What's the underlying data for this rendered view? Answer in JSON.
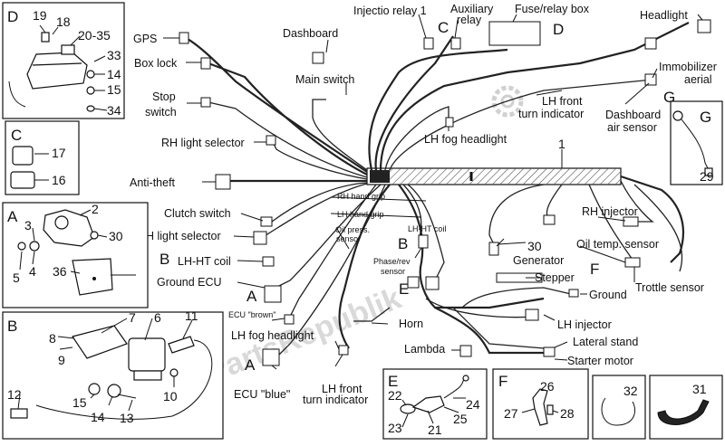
{
  "callouts": {
    "gps": "GPS",
    "dashboard": "Dashboard",
    "injection_relay": "Injectio relay 1",
    "auxiliary_relay": "Auxiliary relay",
    "fuse_relay_box": "Fuse/relay box",
    "headlight": "Headlight",
    "box_lock": "Box lock",
    "main_switch": "Main switch",
    "immobilizer_aerial": "Immobilizer aerial",
    "stop_switch": "Stop switch",
    "lh_front_turn_indicator_top": "LH front turn indicator",
    "dashboard_air_sensor": "Dashboard air sensor",
    "rh_light_selector": "RH light selector",
    "lh_fog_headlight_top": "LH fog headlight",
    "anti_theft": "Anti-theft",
    "rh_hand_grip": "RH hand grip",
    "lh_hand_grip": "LH hand grip",
    "lh_ht_coil_right": "LH-HT coil",
    "oil_press_sensor": "Oil press. sensor",
    "clutch_switch": "Clutch switch",
    "rh_injector": "RH injector",
    "lh_light_selector": "LH light selector",
    "lh_ht_coil_left": "LH-HT coil",
    "generator": "Generator",
    "oil_temp_sensor": "Oil temp. sensor",
    "phase_rev_sensor": "Phase/rev sensor",
    "ground_ecu": "Ground ECU",
    "stepper": "Stepper",
    "trottle_sensor": "Trottle sensor",
    "ground": "Ground",
    "ecu_brown": "ECU \"brown\"",
    "horn": "Horn",
    "lh_injector": "LH injector",
    "lh_fog_headlight_bottom": "LH fog headlight",
    "lateral_stand": "Lateral stand",
    "lambda": "Lambda",
    "starter_motor": "Starter motor",
    "ecu_blue": "ECU \"blue\"",
    "lh_front_turn_indicator_bottom": "LH front turn indicator"
  },
  "group_letters": {
    "A": "A",
    "B": "B",
    "C": "C",
    "D": "D",
    "E": "E",
    "F": "F",
    "G": "G"
  },
  "part_numbers": {
    "n1": "1",
    "n2": "2",
    "n3": "3",
    "n4": "4",
    "n5": "5",
    "n6": "6",
    "n7": "7",
    "n8": "8",
    "n9": "9",
    "n10": "10",
    "n11": "11",
    "n12": "12",
    "n13": "13",
    "n14": "14",
    "n15": "15",
    "n16": "16",
    "n17": "17",
    "n18": "18",
    "n19": "19",
    "n20_35": "20-35",
    "n21": "21",
    "n22": "22",
    "n23": "23",
    "n24": "24",
    "n25": "25",
    "n26": "26",
    "n27": "27",
    "n28": "28",
    "n29": "29",
    "n30": "30",
    "n31": "31",
    "n32": "32",
    "n33": "33",
    "n34": "34",
    "n36": "36"
  },
  "watermark": "PartsRepublik",
  "gear_icon": "gear-icon"
}
